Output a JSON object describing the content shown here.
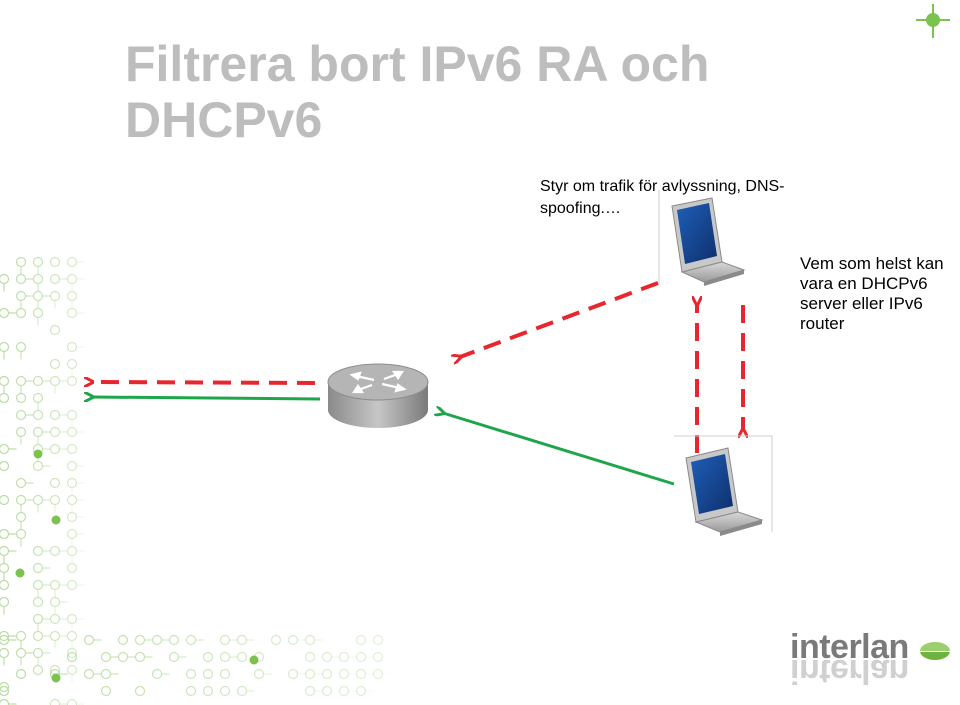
{
  "slide": {
    "title_lines": [
      "Filtrera bort IPv6 RA och",
      "DHCPv6"
    ],
    "note_top_lines": [
      "Styr om trafik för avlyssning, DNS-",
      "spoofing.…"
    ],
    "note_right_lines": [
      "Vem som helst kan",
      "vara en DHCPv6",
      "server eller IPv6",
      "router"
    ]
  },
  "logo": {
    "text": "interlan"
  },
  "icons": {
    "router": "router-icon",
    "laptop_top": "laptop-icon",
    "laptop_bottom": "laptop-icon",
    "corner_mark": "crosshair-icon",
    "decoration": "circuit-pattern"
  },
  "colors": {
    "title": "#bdbdbd",
    "dashed_arrow": "#e8262e",
    "solid_arrow": "#1fa64a",
    "pattern": "#b7dca0",
    "logo_text": "#7a7a7a",
    "logo_dot": "#6cb33f"
  }
}
